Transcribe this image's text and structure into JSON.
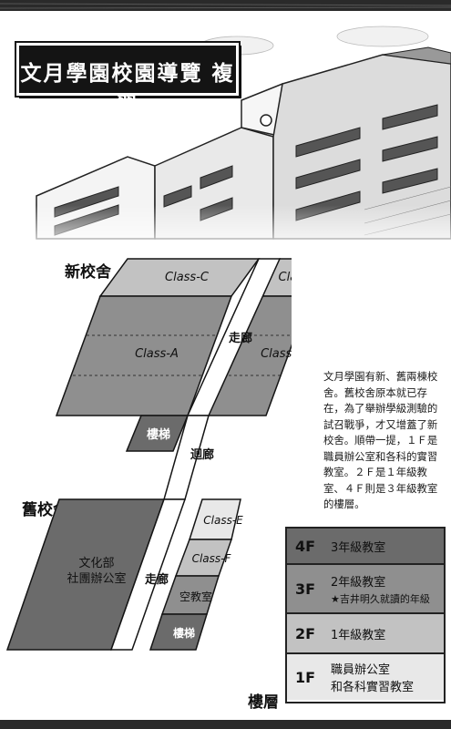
{
  "title": "文月學園校園導覽 複習",
  "labels": {
    "new_building": "新校舍",
    "old_building": "舊校舍",
    "floors": "樓層"
  },
  "map": {
    "class_c": "Class-C",
    "class_d": "Class-D",
    "class_a": "Class-A",
    "class_b": "Class-B",
    "hallway_new": "走廊",
    "stairs_new": "樓梯",
    "corridor": "迴廊",
    "club_office_line1": "文化部",
    "club_office_line2": "社團辦公室",
    "class_e": "Class-E",
    "class_f": "Class-F",
    "empty_room": "空教室",
    "hallway_old": "走廊",
    "stairs_old": "樓梯"
  },
  "description": "文月學園有新、舊兩棟校舍。舊校舍原本就已存在，為了舉辦學級測驗的試召戰爭，才又增蓋了新校舍。順帶一提，１Ｆ是職員辦公室和各科的實習教室。２Ｆ是１年級教室、４Ｆ則是３年級教室的樓層。",
  "legend": [
    {
      "floor": "4F",
      "line1": "3年級教室",
      "line2": ""
    },
    {
      "floor": "3F",
      "line1": "2年級教室",
      "line2": "★吉井明久就讀的年級"
    },
    {
      "floor": "2F",
      "line1": "1年級教室",
      "line2": ""
    },
    {
      "floor": "1F",
      "line1": "職員辦公室",
      "line2": "和各科實習教室"
    }
  ],
  "colors": {
    "floor_4f": "#6b6b6b",
    "floor_3f": "#8f8f8f",
    "floor_2f": "#c2c2c2",
    "floor_1f": "#e8e8e8",
    "ink": "#141414"
  }
}
